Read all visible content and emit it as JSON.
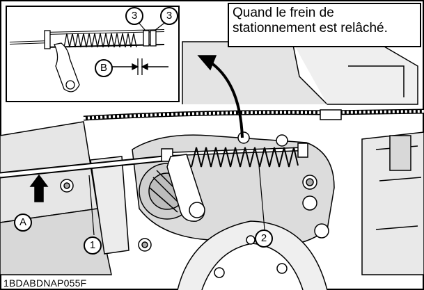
{
  "note": {
    "line1": "Quand le frein de",
    "line2": "stationnement est relâché."
  },
  "callouts": {
    "cable": "1",
    "spring": "2",
    "nut_left": "3",
    "nut_right": "3",
    "dimension": "B",
    "direction": "A"
  },
  "figure_code": "1BDABDNAP055F",
  "colors": {
    "line": "#000000",
    "background": "#ffffff",
    "shade": "#d8d8d8",
    "dark": "#9a9a9a"
  }
}
